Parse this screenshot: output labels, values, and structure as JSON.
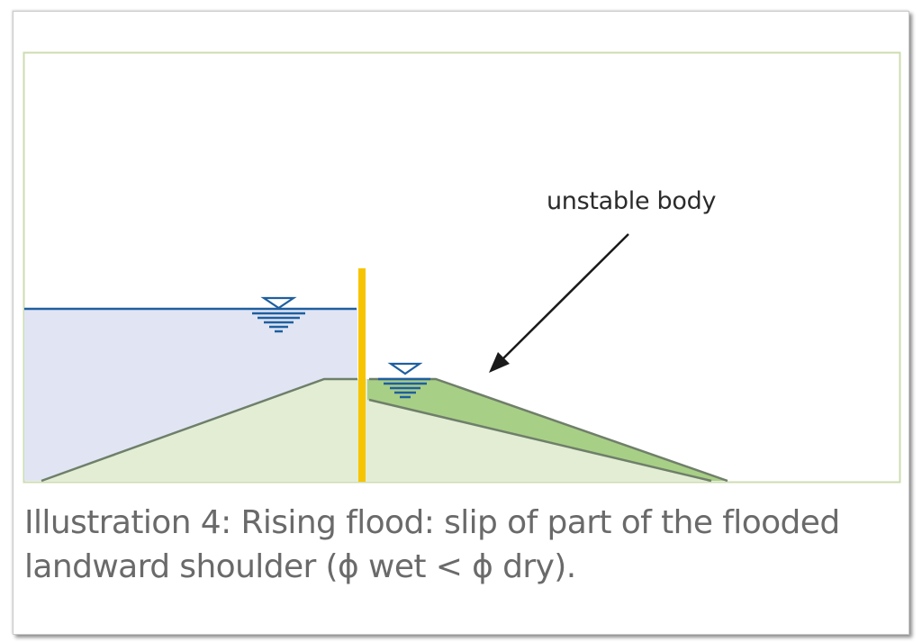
{
  "figure": {
    "label_unstable_body": "unstable body",
    "caption": {
      "line1": "Illustration 4: Rising flood: slip of part of the flooded",
      "line2": "landward shoulder (ϕ wet < ϕ dry)."
    },
    "elements": {
      "river_water": "flood-water-side",
      "sheet_pile": "sheet-pile",
      "dike_body": "dike-body",
      "unstable_body": "landward-slip-wedge",
      "water_level_symbol_river": "water-level-icon",
      "water_level_symbol_landward": "water-level-icon",
      "annotation_arrow": "arrow-icon"
    },
    "colors": {
      "frame_border": "#c9c9c9",
      "diagram_border": "#cddcb0",
      "water_fill": "#e1e5f3",
      "water_line": "#1f5fa0",
      "dike_fill": "#e2edd4",
      "dike_outline": "#6f7f6a",
      "unstable_fill": "#a8cf86",
      "sheet_pile": "#f6c400",
      "arrow": "#1a1a1a",
      "caption_text": "#6a6a6a"
    }
  }
}
